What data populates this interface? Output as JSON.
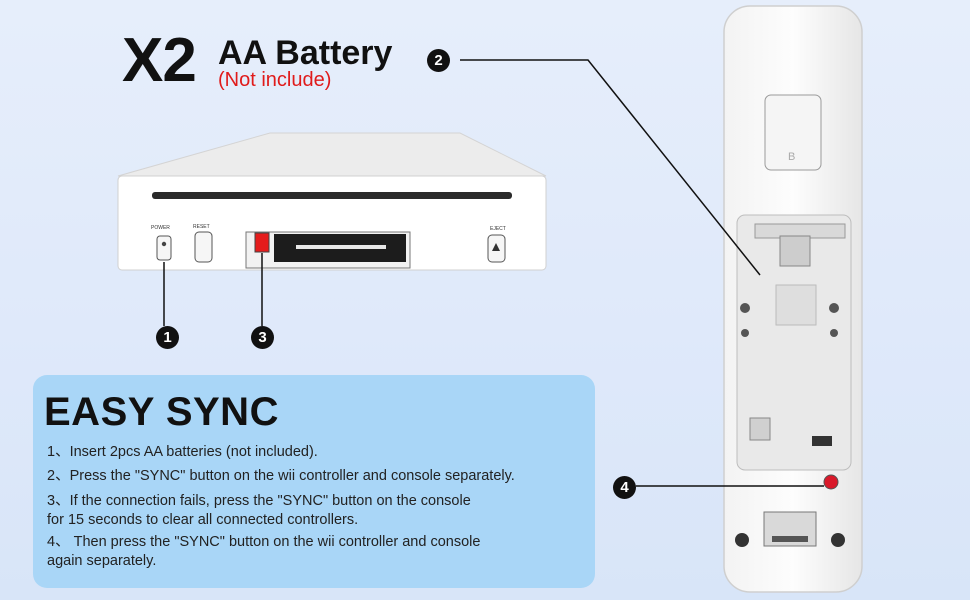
{
  "header": {
    "multiplier": "X2",
    "battery_label": "AA Battery",
    "note": "(Not include)"
  },
  "callouts": {
    "c1": "1",
    "c2": "2",
    "c3": "3",
    "c4": "4"
  },
  "console": {
    "power_label": "POWER",
    "reset_label": "RESET",
    "eject_label": "EJECT"
  },
  "controller": {
    "b_label": "B"
  },
  "sync": {
    "title": "EASY SYNC",
    "steps": [
      "1、Insert 2pcs AA batteries (not included).",
      "2、Press the \"SYNC\" button on the wii controller and console separately.",
      "3、If the connection fails, press the \"SYNC\" button on the console",
      "for 15 seconds to clear all connected controllers.",
      "4、 Then press the \"SYNC\" button on the wii controller and console",
      "again separately."
    ]
  },
  "colors": {
    "accent_red": "#e01b1b",
    "card_blue": "#a9d6f7"
  }
}
